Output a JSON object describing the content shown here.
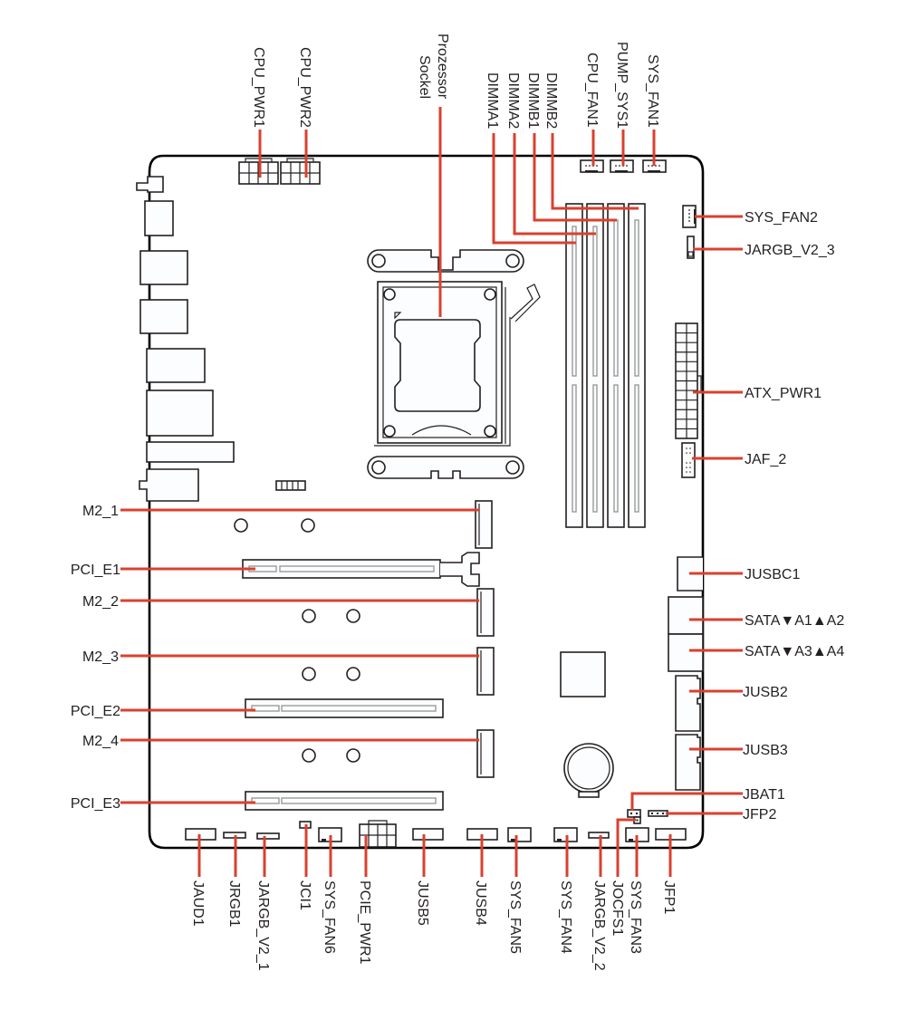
{
  "diagram": {
    "title": "Motherboard layout",
    "accent_color": "#d9412f",
    "labels": {
      "top": {
        "cpu_pwr1": "CPU_PWR1",
        "cpu_pwr2": "CPU_PWR2",
        "socket_line1": "Prozessor",
        "socket_line2": "Sockel",
        "dimma1": "DIMMA1",
        "dimma2": "DIMMA2",
        "dimmb1": "DIMMB1",
        "dimmb2": "DIMMB2",
        "cpu_fan1": "CPU_FAN1",
        "pump_sys1": "PUMP_SYS1",
        "sys_fan1": "SYS_FAN1"
      },
      "right": {
        "sys_fan2": "SYS_FAN2",
        "jargb_v2_3": "JARGB_V2_3",
        "atx_pwr1": "ATX_PWR1",
        "jaf_2": "JAF_2",
        "jusbc1": "JUSBC1",
        "sata_a1a2": "SATA▼A1▲A2",
        "sata_a3a4": "SATA▼A3▲A4",
        "jusb2": "JUSB2",
        "jusb3": "JUSB3",
        "jbat1": "JBAT1",
        "jfp2": "JFP2"
      },
      "left": {
        "m2_1": "M2_1",
        "pci_e1": "PCI_E1",
        "m2_2": "M2_2",
        "m2_3": "M2_3",
        "pci_e2": "PCI_E2",
        "m2_4": "M2_4",
        "pci_e3": "PCI_E3"
      },
      "bottom": {
        "jaud1": "JAUD1",
        "jrgb1": "JRGB1",
        "jargb_v2_1": "JARGB_V2_1",
        "jci1": "JCI1",
        "sys_fan6": "SYS_FAN6",
        "pcie_pwr1": "PCIE_PWR1",
        "jusb5": "JUSB5",
        "jusb4": "JUSB4",
        "sys_fan5": "SYS_FAN5",
        "sys_fan4": "SYS_FAN4",
        "jargb_v2_2": "JARGB_V2_2",
        "jocfs1": "JOCFS1",
        "sys_fan3": "SYS_FAN3",
        "jfp1": "JFP1"
      }
    }
  }
}
